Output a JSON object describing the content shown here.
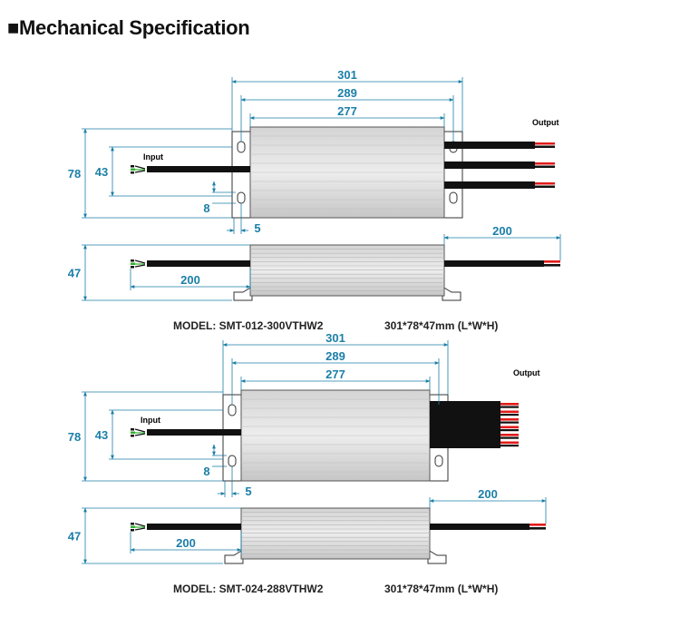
{
  "title": "■Mechanical Specification",
  "colors": {
    "dimension": "#1b7fa8",
    "wire_red": "#e21b1b",
    "wire_green": "#2fb02f",
    "wire_black": "#111111"
  },
  "models": [
    {
      "model_label": "MODEL:  SMT-012-300VTHW2",
      "size_label": "301*78*47mm (L*W*H)",
      "input_label": "Input",
      "output_label": "Output",
      "output_wires": 3,
      "top_dims": {
        "overall": "301",
        "mount": "289",
        "body": "277",
        "width": "78",
        "hole": "43",
        "slot": "8",
        "offset": "5"
      },
      "side_dims": {
        "height": "47",
        "input_lead": "200",
        "output_lead": "200"
      }
    },
    {
      "model_label": "MODEL:  SMT-024-288VTHW2",
      "size_label": "301*78*47mm (L*W*H)",
      "input_label": "Input",
      "output_label": "Output",
      "output_wires": 6,
      "top_dims": {
        "overall": "301",
        "mount": "289",
        "body": "277",
        "width": "78",
        "hole": "43",
        "slot": "8",
        "offset": "5"
      },
      "side_dims": {
        "height": "47",
        "input_lead": "200",
        "output_lead": "200"
      }
    }
  ]
}
